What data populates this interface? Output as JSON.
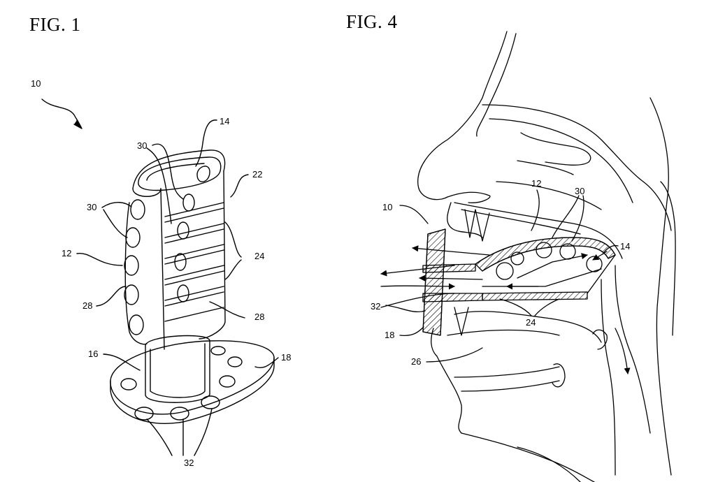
{
  "figures": {
    "fig1": {
      "title": "FIG. 1",
      "labels": {
        "device": "10",
        "top_opening": "14",
        "holes_upper": "30",
        "slot": "22",
        "holes_left": "30",
        "ribs": "24",
        "body": "12",
        "side_lower": "28",
        "side_right": "28",
        "neck": "16",
        "flange": "18",
        "flange_holes": "32"
      }
    },
    "fig4": {
      "title": "FIG. 4",
      "labels": {
        "device": "10",
        "body": "12",
        "holes": "30",
        "top_opening": "14",
        "flange_holes": "32",
        "ribs": "24",
        "flange": "18",
        "tongue": "26"
      }
    }
  },
  "colors": {
    "ink": "#000000",
    "paper": "#ffffff"
  }
}
